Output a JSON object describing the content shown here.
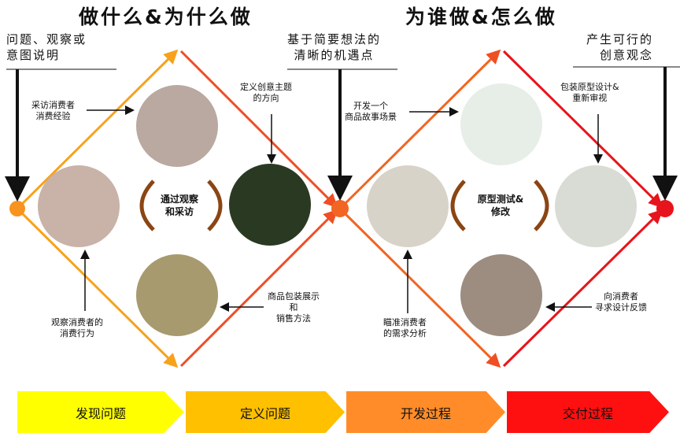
{
  "headers": {
    "left": "做什么&为什么做",
    "right": "为谁做&怎么做"
  },
  "milestones": {
    "start": "问题、观察或\n意图说明",
    "middle": "基于简要想法的\n清晰的机遇点",
    "end": "产生可行的\n创意观念"
  },
  "annotations": {
    "interview": "采访消费者\n消费经验",
    "define_theme": "定义创意主题\n的方向",
    "observe_behavior": "观察消费者的\n消费行为",
    "packaging_display": "商品包装展示\n和\n销售方法",
    "story_scene": "开发一个\n商品故事场景",
    "prototype_design": "包装原型设计&\n重新审视",
    "needs_analysis": "瞄准消费者\n的需求分析",
    "feedback": "向消费者\n寻求设计反馈"
  },
  "center_labels": {
    "left": "通过观察\n和采访",
    "right": "原型测试&\n修改"
  },
  "phases": [
    {
      "label": "发现问题",
      "color": "#ffff00"
    },
    {
      "label": "定义问题",
      "color": "#ffc000"
    },
    {
      "label": "开发过程",
      "color": "#ff8c28"
    },
    {
      "label": "交付过程",
      "color": "#ff1010"
    }
  ]
}
